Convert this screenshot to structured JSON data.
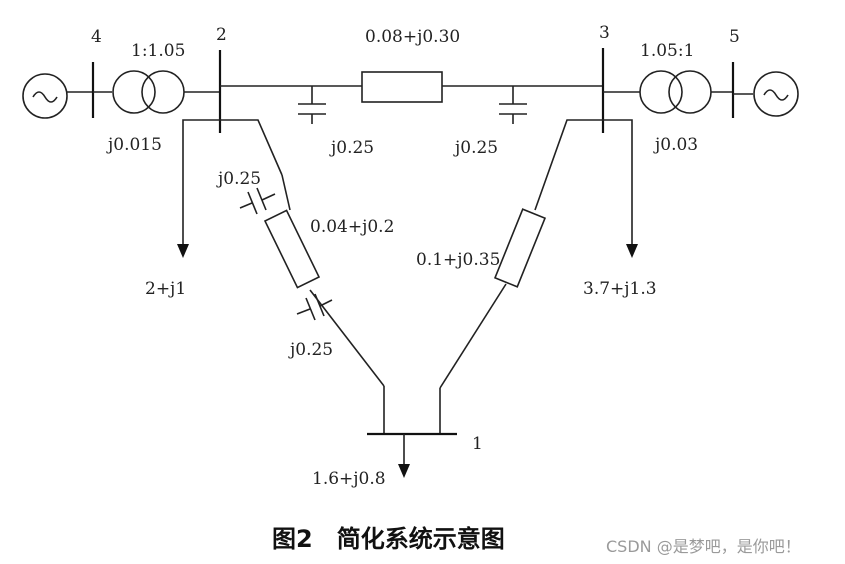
{
  "diagram": {
    "buses": {
      "b1": "1",
      "b2": "2",
      "b3": "3",
      "b4": "4",
      "b5": "5"
    },
    "transformers": {
      "t_left_ratio": "1:1.05",
      "t_left_x": "j0.015",
      "t_right_ratio": "1.05:1",
      "t_right_x": "j0.03"
    },
    "lines": {
      "l23_z": "0.08+j0.30",
      "l23_b_left": "j0.25",
      "l23_b_right": "j0.25",
      "l12_z": "0.04+j0.2",
      "l12_b_top": "j0.25",
      "l12_b_bottom": "j0.25",
      "l13_z": "0.1+j0.35"
    },
    "loads": {
      "load2": "2+j1",
      "load3": "3.7+j1.3",
      "load1": "1.6+j0.8"
    },
    "caption": "图2　简化系统示意图",
    "watermark": "CSDN @是梦吧，是你吧！"
  }
}
